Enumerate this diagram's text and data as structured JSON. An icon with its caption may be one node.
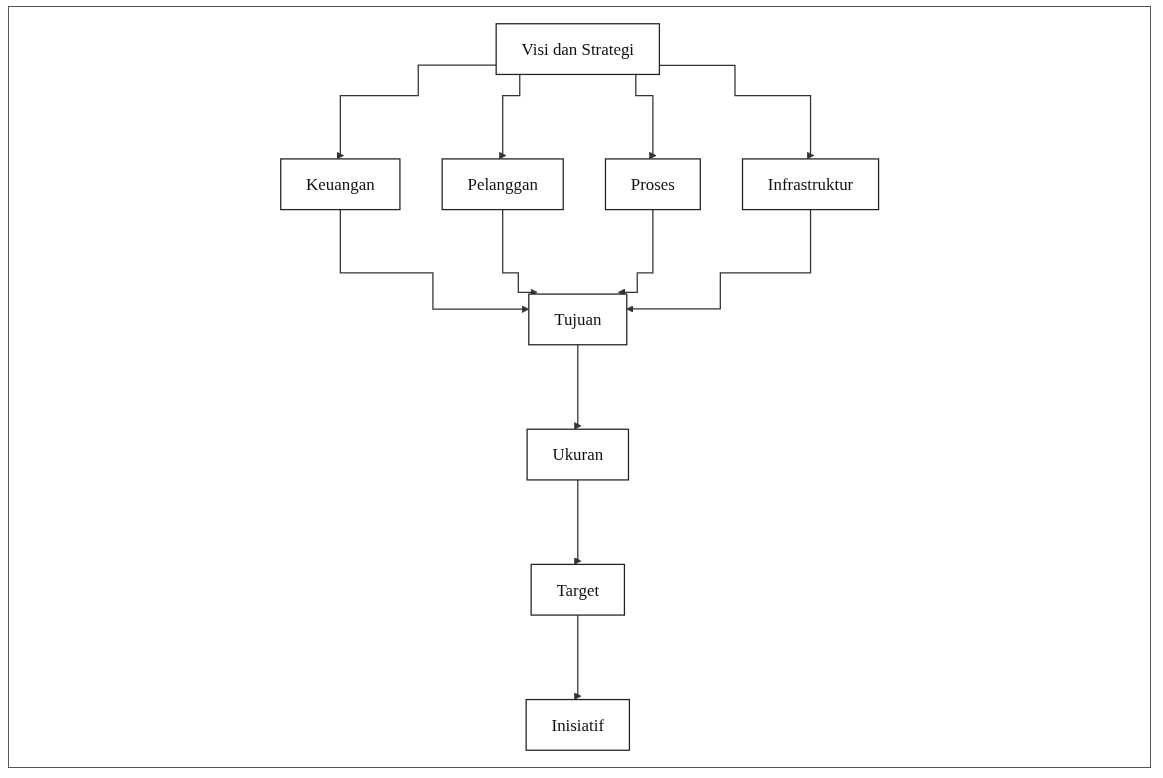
{
  "diagram": {
    "nodes": [
      {
        "text": [
          "Visi dan Strategi"
        ]
      },
      {
        "text": [
          "Keuangan"
        ]
      },
      {
        "text": [
          "Pelanggan"
        ]
      },
      {
        "text": [
          "Proses"
        ]
      },
      {
        "text": [
          "Infrastruktur"
        ]
      },
      {
        "text": [
          "Tujuan"
        ]
      },
      {
        "text": [
          "Ukuran"
        ]
      },
      {
        "text": [
          "Target"
        ]
      },
      {
        "text": [
          "Inisiatif"
        ]
      }
    ],
    "edges": [
      {
        "from": 0,
        "to": 1,
        "arrow": "to"
      },
      {
        "from": 0,
        "to": 2,
        "arrow": "to"
      },
      {
        "from": 0,
        "to": 3,
        "arrow": "to"
      },
      {
        "from": 0,
        "to": 4,
        "arrow": "to"
      },
      {
        "from": 1,
        "to": 5,
        "arrow": "to"
      },
      {
        "from": 2,
        "to": 5,
        "arrow": "to"
      },
      {
        "from": 3,
        "to": 5,
        "arrow": "to"
      },
      {
        "from": 4,
        "to": 5,
        "arrow": "to"
      },
      {
        "from": 5,
        "to": 6,
        "arrow": "to"
      },
      {
        "from": 6,
        "to": 7,
        "arrow": "to"
      },
      {
        "from": 7,
        "to": 8,
        "arrow": "to"
      }
    ]
  }
}
